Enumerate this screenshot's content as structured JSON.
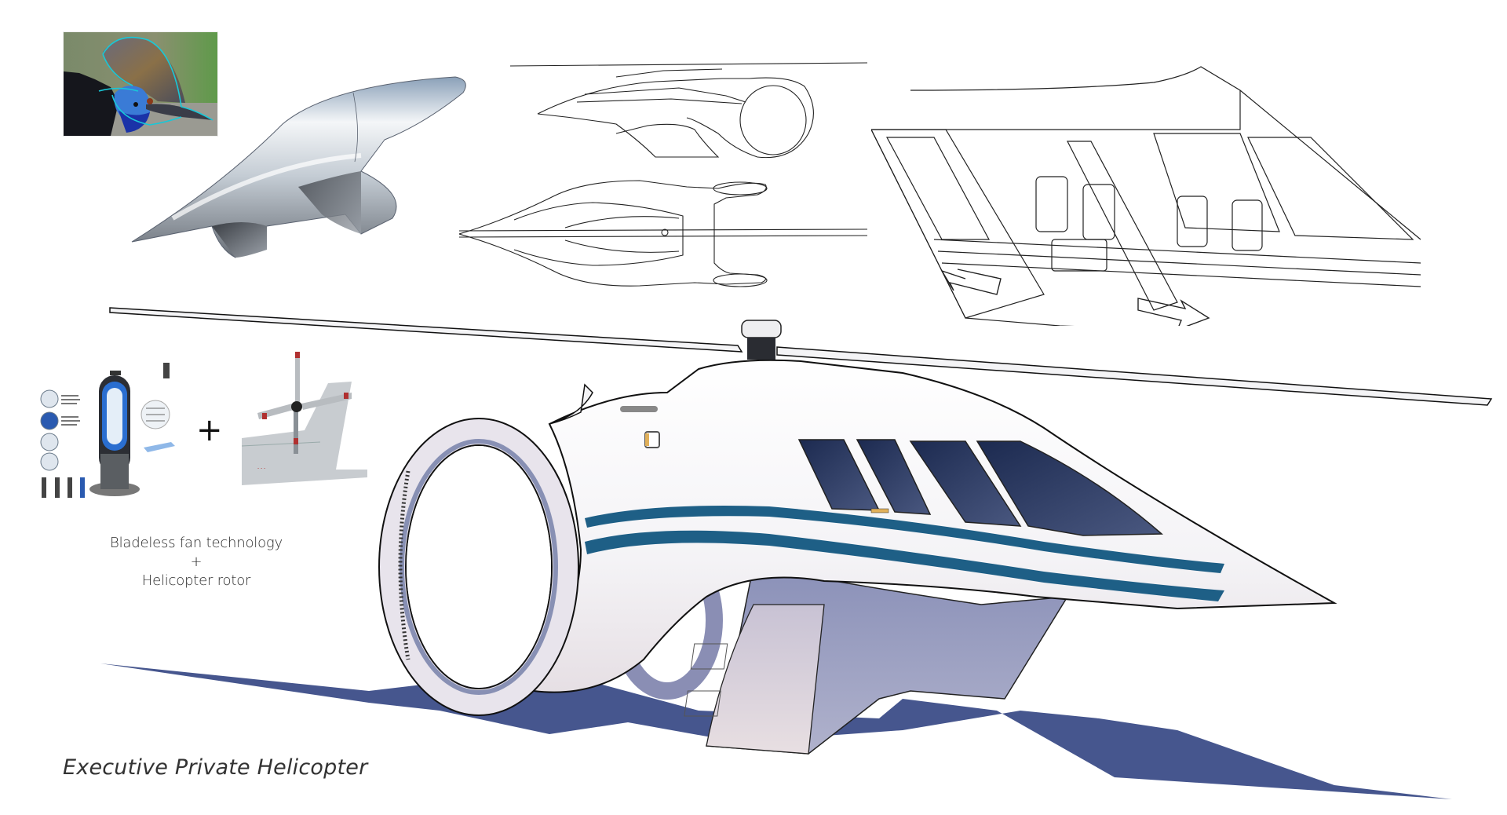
{
  "sheet": {
    "title": "Executive Private Helicopter",
    "combo_caption": {
      "line1": "Bladeless fan technology",
      "line2": "+",
      "line3": "Helicopter rotor"
    },
    "plus_sign": "+"
  },
  "panels": [
    {
      "id": "inspiration-photo",
      "subject": "cassowary head with cyan shape-outline overlay"
    },
    {
      "id": "form-study-render",
      "subject": "chrome shell form study derived from cassowary casque"
    },
    {
      "id": "orthographic-views",
      "subject": "side view and top view line drawings"
    },
    {
      "id": "cabin-sketch",
      "subject": "interior line sketch with sliding doors"
    },
    {
      "id": "bladeless-fan-reference",
      "subject": "bladeless fan cutaway diagram"
    },
    {
      "id": "tail-rotor-reference",
      "subject": "helicopter tail rotor photo"
    },
    {
      "id": "main-rendering",
      "subject": "executive helicopter hero render with ring-fan tail"
    }
  ],
  "colors": {
    "stripe_blue": "#1e5f86",
    "shadow_blue": "#46568e",
    "glass_navy": "#1f2d52",
    "body_white": "#f7f6f8",
    "underbody_lavender": "#9ca0c2",
    "accent_gold": "#e0b05a",
    "cyan_outline": "#18c8d8"
  },
  "annotations": {
    "door_arrows": [
      "left",
      "right"
    ]
  }
}
